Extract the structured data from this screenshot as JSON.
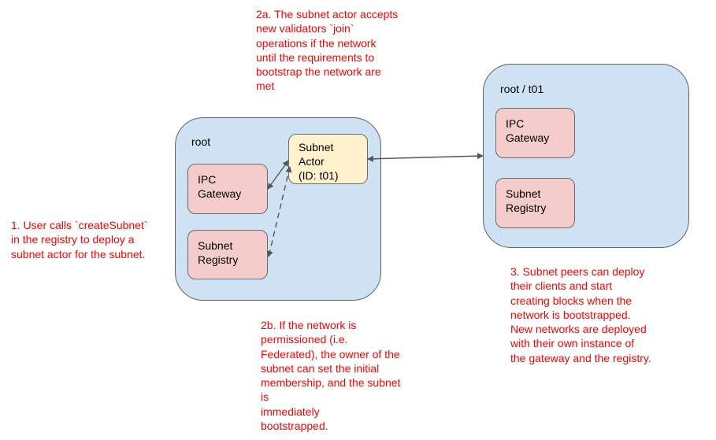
{
  "containers": {
    "root": {
      "label": "root"
    },
    "child": {
      "label": "root / t01"
    }
  },
  "nodes": {
    "root_gateway": {
      "lines": [
        "IPC",
        "Gateway"
      ]
    },
    "root_registry": {
      "lines": [
        "Subnet",
        "Registry"
      ]
    },
    "subnet_actor": {
      "lines": [
        "Subnet",
        "Actor",
        "(ID: t01)"
      ]
    },
    "child_gateway": {
      "lines": [
        "IPC",
        "Gateway"
      ]
    },
    "child_registry": {
      "lines": [
        "Subnet",
        "Registry"
      ]
    }
  },
  "notes": {
    "step1": {
      "lines": [
        "1. User calls `createSubnet`",
        "in the registry to deploy a",
        "subnet actor for the subnet."
      ]
    },
    "step2a": {
      "lines": [
        "2a. The subnet actor accepts",
        "new validators `join`",
        "operations if the network",
        "until the requirements to",
        "bootstrap the network are",
        "met"
      ]
    },
    "step2b": {
      "lines": [
        "2b. If the network is",
        "permissioned (i.e.",
        "Federated), the owner of the",
        "subnet can set the initial",
        "membership, and the subnet",
        "is",
        "immediately",
        "bootstrapped."
      ]
    },
    "step3": {
      "lines": [
        "3. Subnet peers can deploy",
        "their clients and start",
        "creating blocks when the",
        "network is bootstrapped.",
        "New networks are deployed",
        "with their own instance of",
        "the gateway and the registry."
      ]
    }
  },
  "colors": {
    "container_fill": "#cfe2f3",
    "registry_fill": "#f4cccc",
    "actor_fill": "#fff2cc",
    "annotation_text": "#ff0000"
  }
}
